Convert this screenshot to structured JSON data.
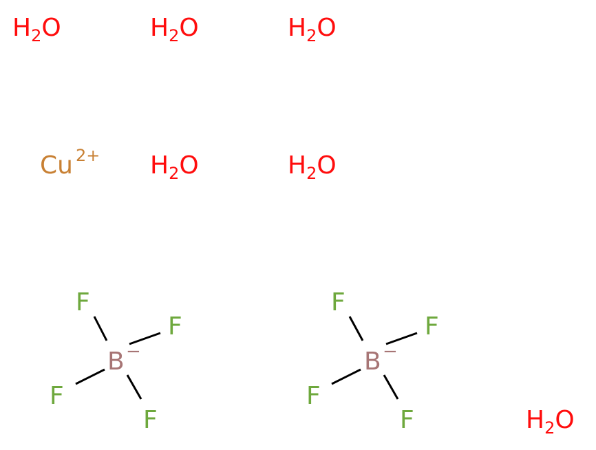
{
  "colors": {
    "oxygen": "#FF0D0D",
    "copper": "#C88033",
    "boron": "#FFB5B5",
    "boron_dark": "#A77575",
    "fluorine": "#6EA83D",
    "bond": "#000000"
  },
  "labels": {
    "h": "H",
    "two": "2",
    "o": "O",
    "cu": "Cu",
    "cu_charge": "2+",
    "b": "B",
    "minus": "−",
    "f": "F"
  }
}
